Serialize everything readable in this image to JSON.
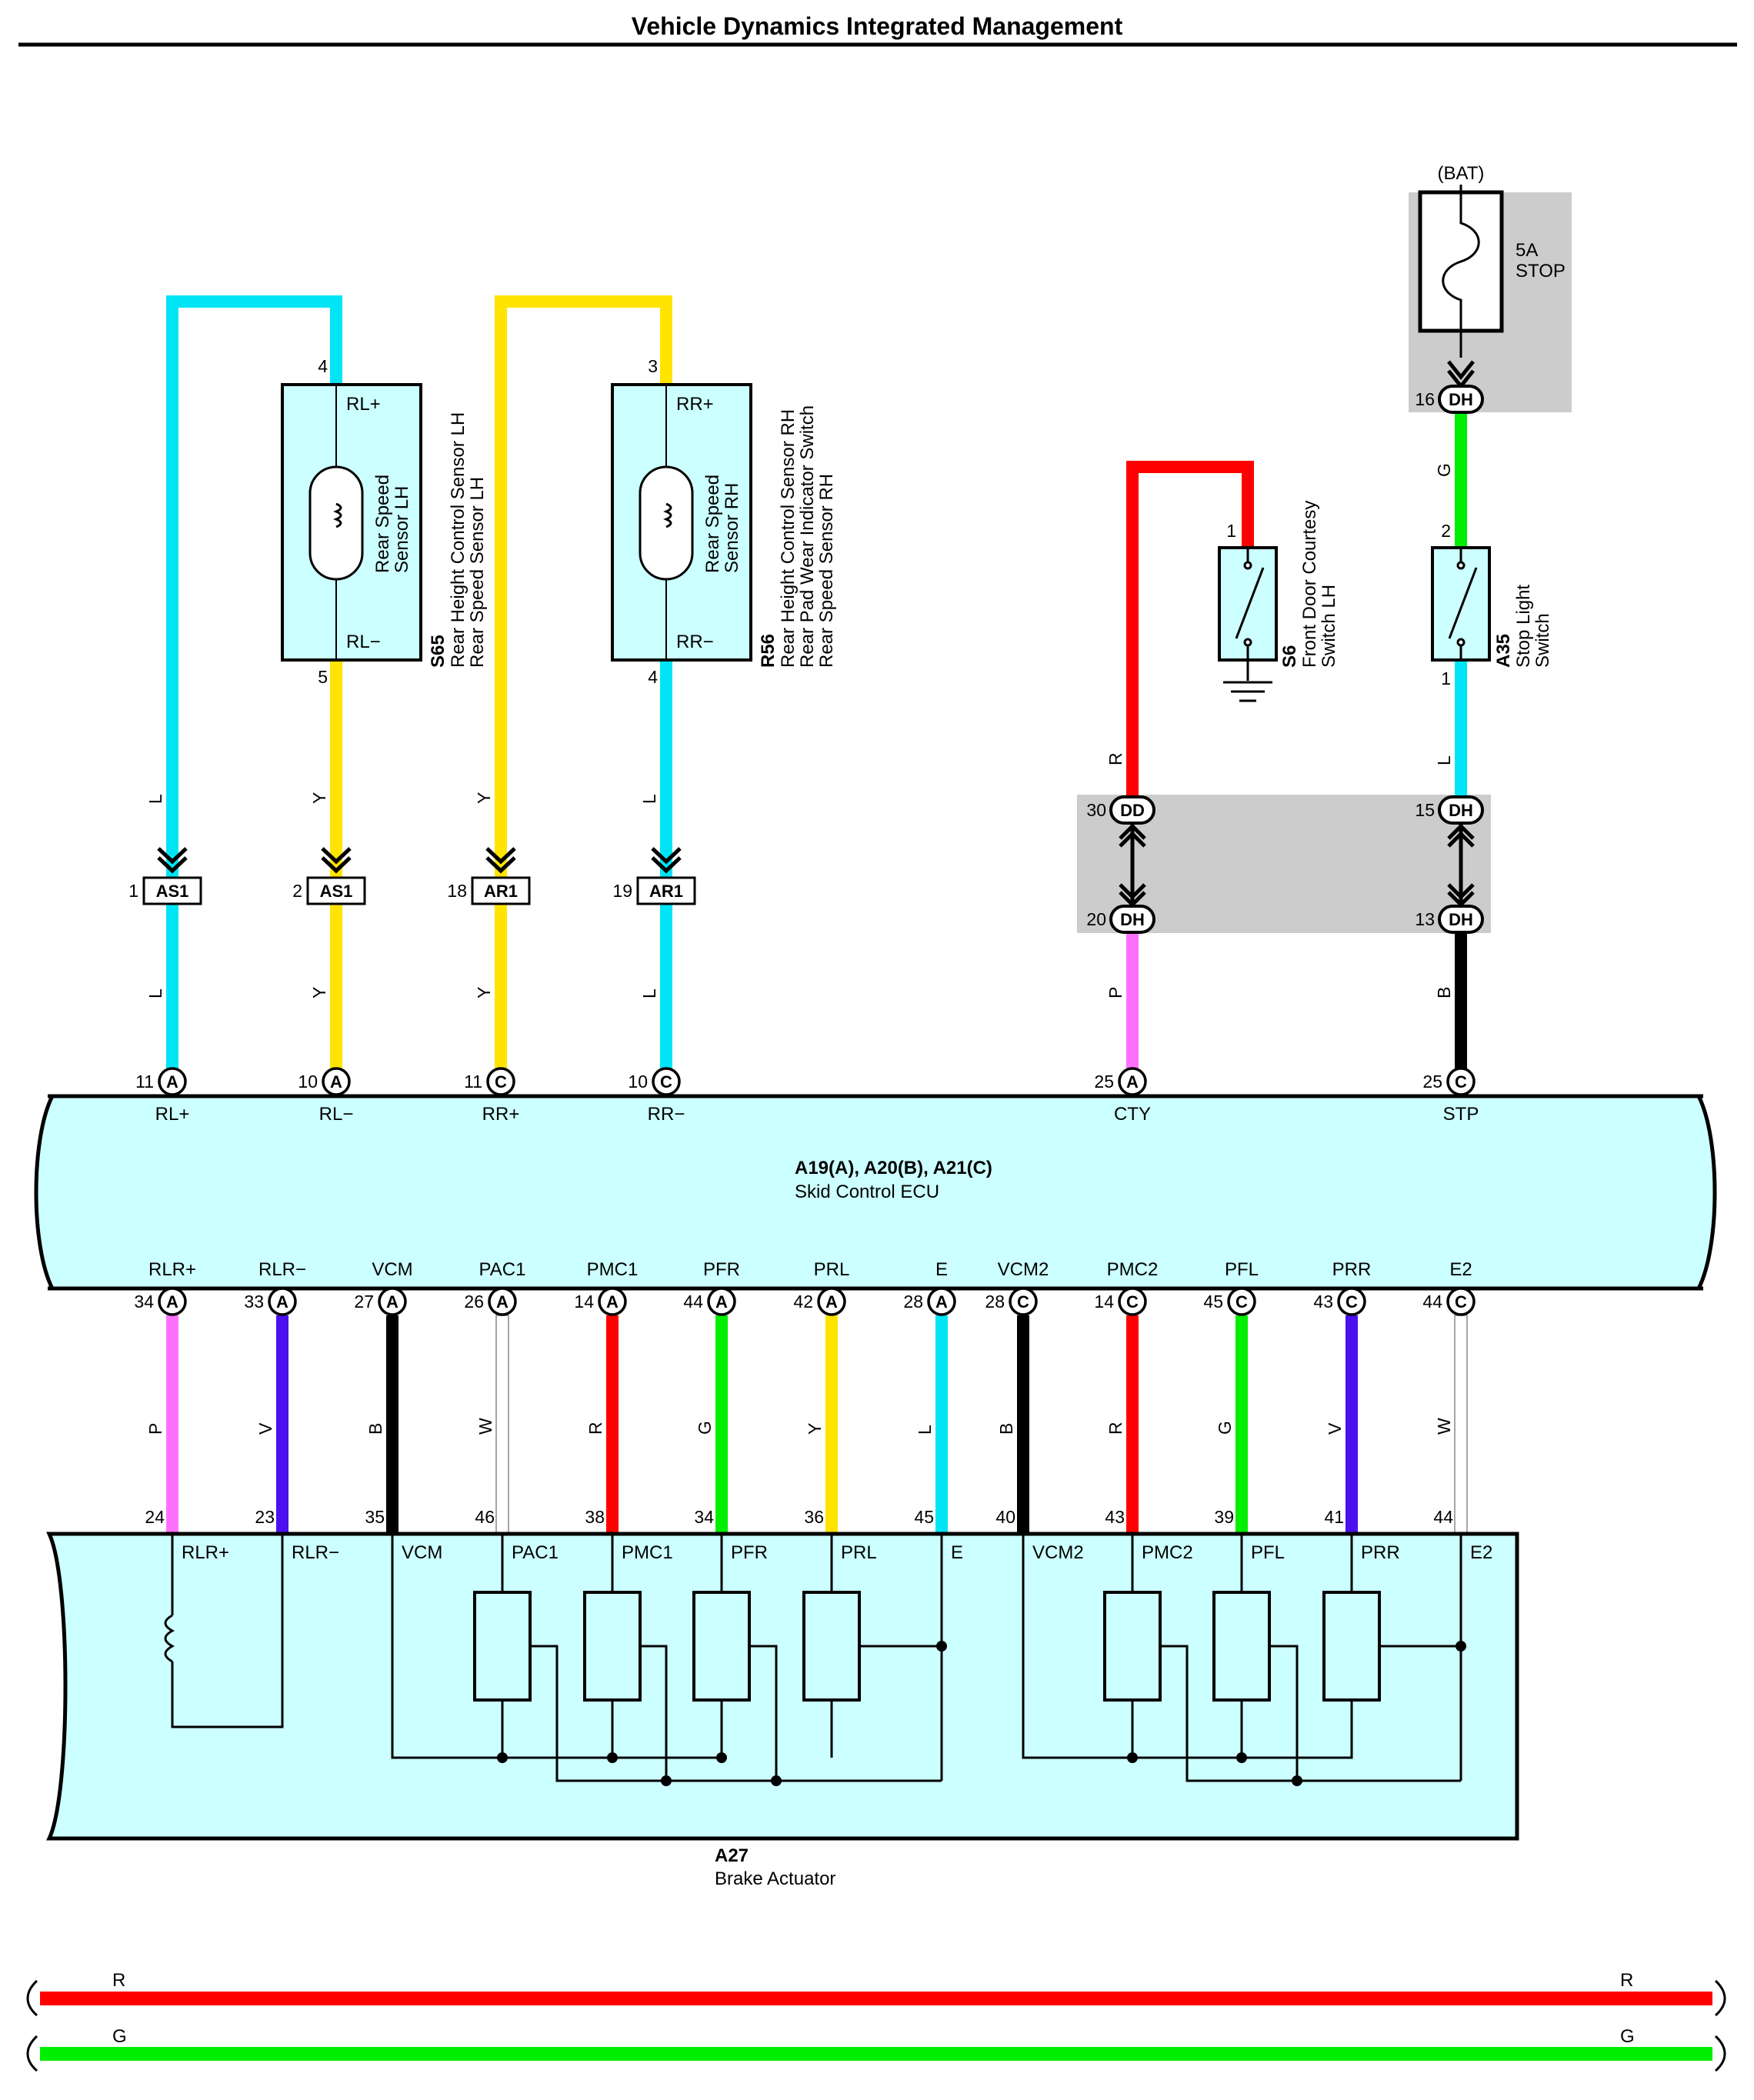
{
  "title": "Vehicle Dynamics Integrated Management",
  "colors": {
    "L": "#00e5f5",
    "Y": "#ffe400",
    "R": "#ff0000",
    "G": "#00ee00",
    "P": "#ff70ff",
    "V": "#4a10f0",
    "B": "#000000",
    "W": "#ffffff",
    "box_fill": "#ccffff",
    "gray_box": "#cccccc"
  },
  "battery": {
    "label": "(BAT)",
    "fuse_amp": "5A",
    "fuse_name": "STOP"
  },
  "sensors": {
    "s65": {
      "code": "S65",
      "name1": "Rear Height Control Sensor LH",
      "name2": "Rear Speed Sensor LH",
      "inner1": "Rear Speed",
      "inner2": "Sensor LH",
      "pin_top": "4",
      "pin_bot": "5",
      "lab_top": "RL+",
      "lab_bot": "RL−"
    },
    "r56": {
      "code": "R56",
      "name1": "Rear Height Control Sensor RH",
      "name2": "Rear Pad Wear Indicator Switch",
      "name3": "Rear Speed Sensor RH",
      "inner1": "Rear Speed",
      "inner2": "Sensor RH",
      "pin_top": "3",
      "pin_bot": "4",
      "lab_top": "RR+",
      "lab_bot": "RR−"
    }
  },
  "switches": {
    "s6": {
      "code": "S6",
      "name1": "Front Door Courtesy",
      "name2": "Switch LH",
      "pin": "1"
    },
    "a35": {
      "code": "A35",
      "name1": "Stop Light",
      "name2": "Switch",
      "pin_top": "2",
      "pin_bot": "1"
    }
  },
  "connectors": {
    "as1_1": {
      "pin": "1",
      "label": "AS1"
    },
    "as1_2": {
      "pin": "2",
      "label": "AS1"
    },
    "ar1_18": {
      "pin": "18",
      "label": "AR1"
    },
    "ar1_19": {
      "pin": "19",
      "label": "AR1"
    },
    "dh16": {
      "pin": "16",
      "label": "DH"
    },
    "dd30": {
      "pin": "30",
      "label": "DD"
    },
    "dh15": {
      "pin": "15",
      "label": "DH"
    },
    "dh20": {
      "pin": "20",
      "label": "DH"
    },
    "dh13": {
      "pin": "13",
      "label": "DH"
    }
  },
  "wire_codes": {
    "c1a": "L",
    "c1b": "L",
    "c2a": "Y",
    "c2b": "Y",
    "c3a": "Y",
    "c3b": "Y",
    "c4a": "L",
    "c4b": "L",
    "r_cty": "R",
    "p_cty": "P",
    "g_stp": "G",
    "l_stp": "L",
    "b_stp": "B"
  },
  "ecu": {
    "label1": "A19(A), A20(B), A21(C)",
    "label2": "Skid Control ECU",
    "top_pins": [
      {
        "pin": "11",
        "conn": "A",
        "term": "RL+"
      },
      {
        "pin": "10",
        "conn": "A",
        "term": "RL−"
      },
      {
        "pin": "11",
        "conn": "C",
        "term": "RR+"
      },
      {
        "pin": "10",
        "conn": "C",
        "term": "RR−"
      },
      {
        "pin": "25",
        "conn": "A",
        "term": "CTY"
      },
      {
        "pin": "25",
        "conn": "C",
        "term": "STP"
      }
    ],
    "bottom_pins": [
      {
        "pin": "34",
        "conn": "A",
        "term": "RLR+",
        "wire": "P",
        "apin": "24",
        "aterm": "RLR+"
      },
      {
        "pin": "33",
        "conn": "A",
        "term": "RLR−",
        "wire": "V",
        "apin": "23",
        "aterm": "RLR−"
      },
      {
        "pin": "27",
        "conn": "A",
        "term": "VCM",
        "wire": "B",
        "apin": "35",
        "aterm": "VCM"
      },
      {
        "pin": "26",
        "conn": "A",
        "term": "PAC1",
        "wire": "W",
        "apin": "46",
        "aterm": "PAC1"
      },
      {
        "pin": "14",
        "conn": "A",
        "term": "PMC1",
        "wire": "R",
        "apin": "38",
        "aterm": "PMC1"
      },
      {
        "pin": "44",
        "conn": "A",
        "term": "PFR",
        "wire": "G",
        "apin": "34",
        "aterm": "PFR"
      },
      {
        "pin": "42",
        "conn": "A",
        "term": "PRL",
        "wire": "Y",
        "apin": "36",
        "aterm": "PRL"
      },
      {
        "pin": "28",
        "conn": "A",
        "term": "E",
        "wire": "L",
        "apin": "45",
        "aterm": "E"
      },
      {
        "pin": "28",
        "conn": "C",
        "term": "VCM2",
        "wire": "B",
        "apin": "40",
        "aterm": "VCM2"
      },
      {
        "pin": "14",
        "conn": "C",
        "term": "PMC2",
        "wire": "R",
        "apin": "43",
        "aterm": "PMC2"
      },
      {
        "pin": "45",
        "conn": "C",
        "term": "PFL",
        "wire": "G",
        "apin": "39",
        "aterm": "PFL"
      },
      {
        "pin": "43",
        "conn": "C",
        "term": "PRR",
        "wire": "V",
        "apin": "41",
        "aterm": "PRR"
      },
      {
        "pin": "44",
        "conn": "C",
        "term": "E2",
        "wire": "W",
        "apin": "44",
        "aterm": "E2"
      }
    ]
  },
  "actuator": {
    "code": "A27",
    "name": "Brake Actuator"
  },
  "legend": [
    {
      "code": "R",
      "color": "#ff0000"
    },
    {
      "code": "G",
      "color": "#00ee00"
    }
  ]
}
